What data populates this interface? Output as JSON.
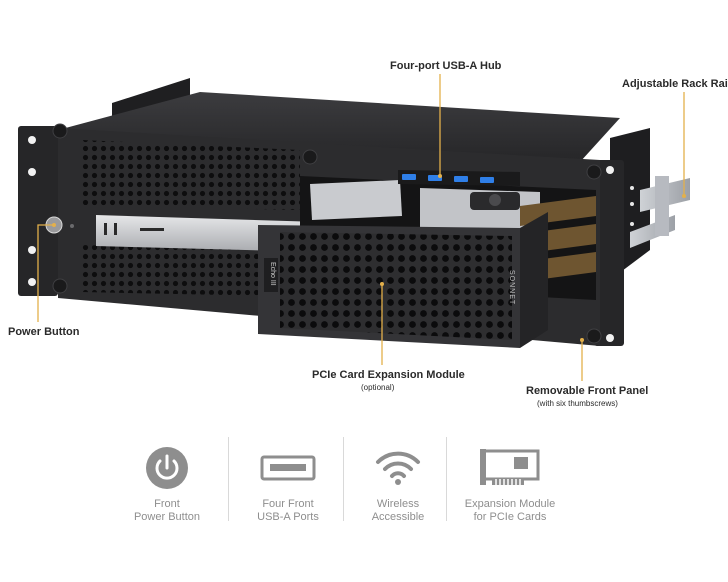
{
  "callouts": {
    "usb_hub": "Four-port USB-A Hub",
    "rack_rails": "Adjustable Rack Rails",
    "power_button": "Power Button",
    "pcie_module": "PCIe Card Expansion Module",
    "pcie_module_note": "(optional)",
    "front_panel": "Removable Front Panel",
    "front_panel_note": "(with six thumbscrews)"
  },
  "device_marks": {
    "module_brand": "SONNET",
    "module_model": "Echo III"
  },
  "features": [
    {
      "icon": "power-icon",
      "line1": "Front",
      "line2": "Power Button"
    },
    {
      "icon": "usb-port-icon",
      "line1": "Four Front",
      "line2": "USB-A Ports"
    },
    {
      "icon": "wifi-icon",
      "line1": "Wireless",
      "line2": "Accessible"
    },
    {
      "icon": "pcie-card-icon",
      "line1": "Expansion Module",
      "line2": "for PCIe Cards"
    }
  ],
  "colors": {
    "callout_line": "#e3b04b",
    "chassis": "#2b2b2d",
    "usb_port": "#2f7fe8",
    "icon_gray": "#8e8e8e"
  }
}
